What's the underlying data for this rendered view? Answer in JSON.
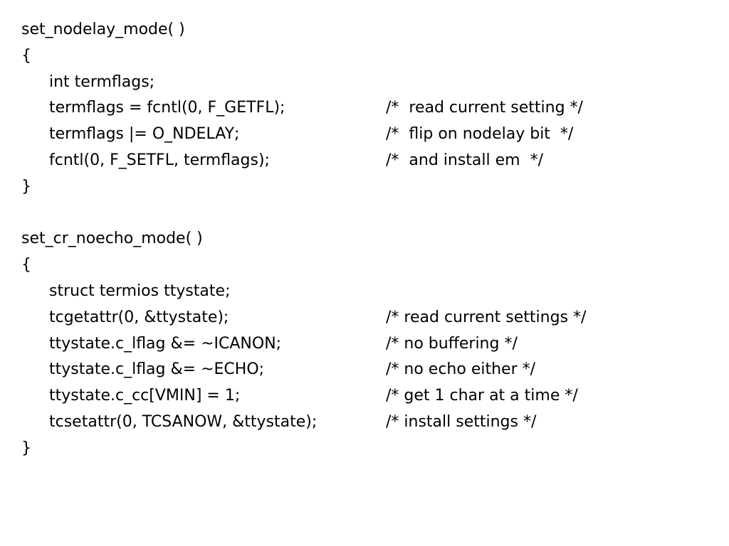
{
  "function1": {
    "header": "set_nodelay_mode( )",
    "open_brace": "{",
    "lines": [
      {
        "code": "int termflags;",
        "comment": ""
      },
      {
        "code": "termflags = fcntl(0, F_GETFL);",
        "comment": "/*  read current setting */"
      },
      {
        "code": "termflags |= O_NDELAY;",
        "comment": "/*  flip on nodelay bit  */"
      },
      {
        "code": "fcntl(0, F_SETFL, termflags);",
        "comment": "/*  and install em  */"
      }
    ],
    "close_brace": "}"
  },
  "function2": {
    "header": "set_cr_noecho_mode( )",
    "open_brace": "{",
    "lines": [
      {
        "code": "struct termios ttystate;",
        "comment": ""
      },
      {
        "code": "tcgetattr(0, &ttystate);",
        "comment": "/* read current settings */"
      },
      {
        "code": "ttystate.c_lflag &= ~ICANON;",
        "comment": "/* no buffering */"
      },
      {
        "code": "ttystate.c_lflag &= ~ECHO;",
        "comment": "/* no echo either */"
      },
      {
        "code": "ttystate.c_cc[VMIN] = 1;",
        "comment": "/* get 1 char at a time */"
      },
      {
        "code": "tcsetattr(0, TCSANOW, &ttystate);",
        "comment": "/* install settings */"
      }
    ],
    "close_brace": "}"
  }
}
